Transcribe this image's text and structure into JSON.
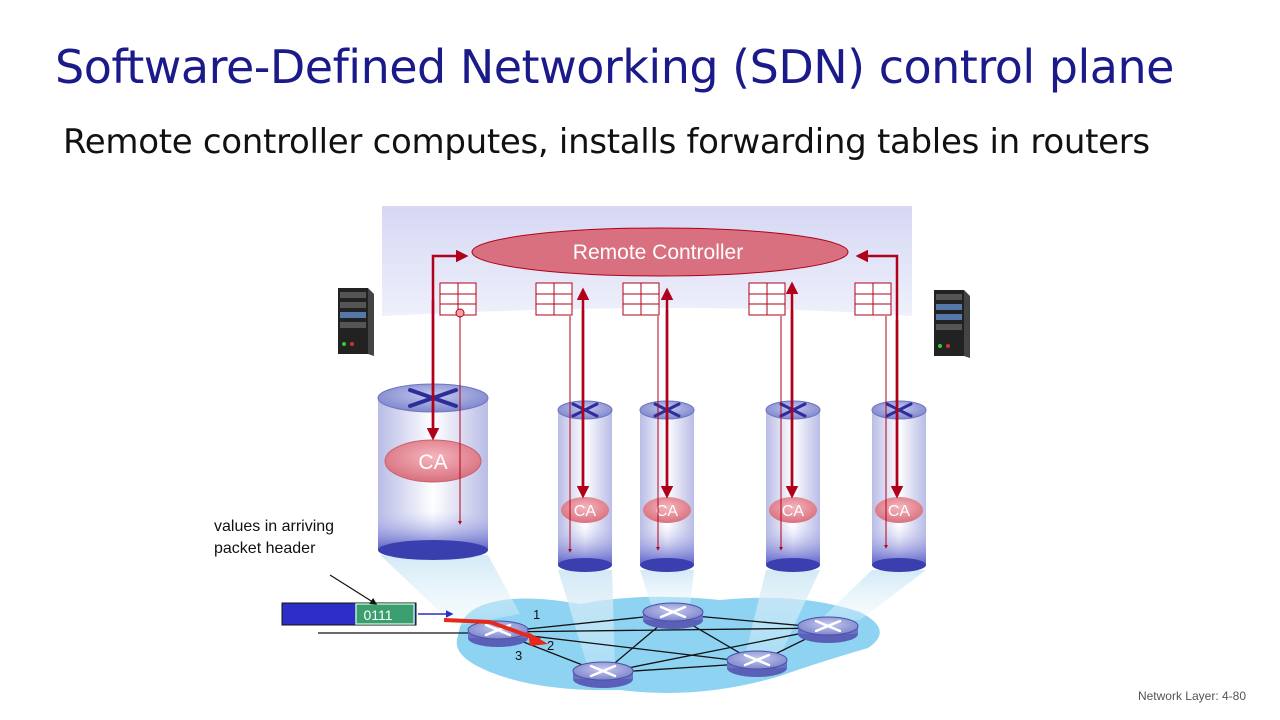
{
  "slide": {
    "title": "Software-Defined Networking (SDN) control plane",
    "subtitle": "Remote controller computes, installs forwarding tables in routers",
    "footer": "Network Layer: 4-80"
  },
  "diagram": {
    "controller_label": "Remote Controller",
    "agent_label": "CA",
    "annotation_line1": "values in arriving",
    "annotation_line2": "packet header",
    "packet_header_value": "0111",
    "port_labels": [
      "1",
      "2",
      "3"
    ]
  },
  "colors": {
    "title": "#1a1a8a",
    "arrow": "#b0001a",
    "controller_fill": "#d9707f",
    "network_cloud": "#8fd3f2",
    "router_top": "#9aa0d8",
    "packet_header": "#3a9e6e",
    "packet_body": "#2d2dc8"
  },
  "icons": [
    "server-icon-left",
    "server-icon-right",
    "router-icon",
    "flow-table-icon"
  ]
}
